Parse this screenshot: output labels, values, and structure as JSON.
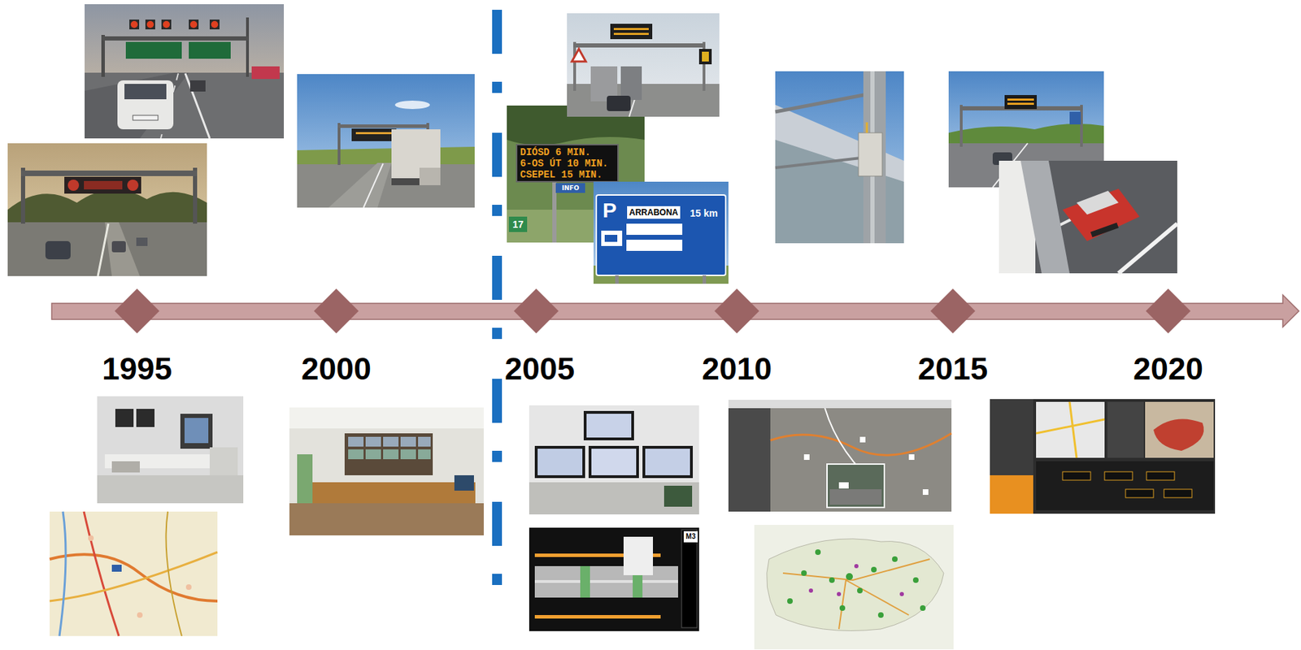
{
  "diagram": {
    "labels": [
      "1995",
      "2000",
      "2005",
      "2010",
      "2015",
      "2020",
      "DIÓSD 6 MIN.",
      "6-OS ÚT 10 MIN.",
      "CSEPEL 15 MIN.",
      "INFO",
      "17",
      "P",
      "ARRABONA",
      "15 km",
      "M3"
    ]
  }
}
